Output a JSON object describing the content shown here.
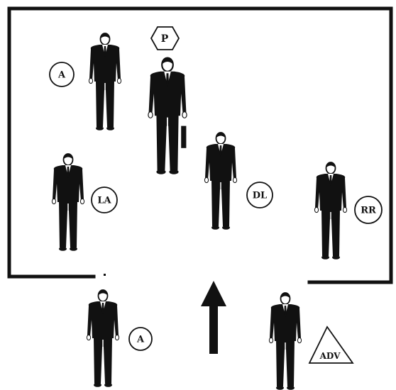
{
  "diagram": {
    "protectee_label": "P",
    "positions": {
      "front_left": "A",
      "left": "LA",
      "center": "DL",
      "right": "RR",
      "rear": "A",
      "adversary": "ADV"
    },
    "colors": {
      "ink": "#111111",
      "background": "#ffffff",
      "shirt": "#ffffff"
    }
  }
}
